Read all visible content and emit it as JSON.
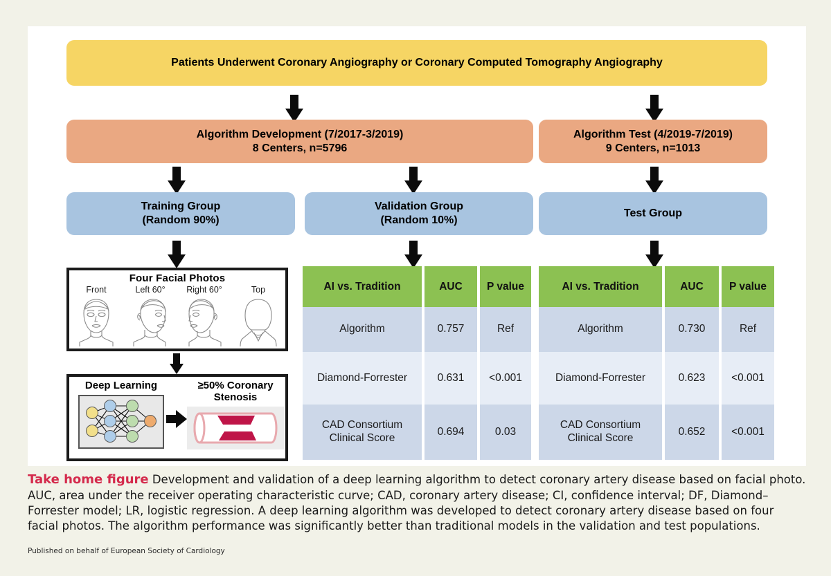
{
  "flow": {
    "top_box": {
      "label": "Patients Underwent Coronary Angiography or Coronary Computed Tomography Angiography",
      "color": "#f6d564"
    },
    "development_box": {
      "line1": "Algorithm Development (7/2017-3/2019)",
      "line2": "8 Centers, n=5796",
      "color": "#eaa882"
    },
    "test_box": {
      "line1": "Algorithm Test (4/2019-7/2019)",
      "line2": "9 Centers, n=1013",
      "color": "#eaa882"
    },
    "training_group": {
      "line1": "Training Group",
      "line2": "(Random 90%)",
      "color": "#a8c4e0"
    },
    "validation_group": {
      "line1": "Validation Group",
      "line2": "(Random 10%)",
      "color": "#a8c4e0"
    },
    "test_group": {
      "line1": "Test Group",
      "line2": "",
      "color": "#a8c4e0"
    }
  },
  "photos_panel": {
    "title": "Four Facial Photos",
    "views": [
      {
        "caption": "Front",
        "icon": "face-front-icon"
      },
      {
        "caption": "Left 60°",
        "icon": "face-left-icon"
      },
      {
        "caption": "Right 60°",
        "icon": "face-right-icon"
      },
      {
        "caption": "Top",
        "icon": "face-top-icon"
      }
    ]
  },
  "deep_learning_panel": {
    "title": "Deep Learning",
    "outcome_line1": "≥50% Coronary",
    "outcome_line2": "Stenosis",
    "nn_icon": "neural-network-icon",
    "vessel_icon": "stenosed-artery-icon",
    "nn_node_colors": [
      "#f2df8a",
      "#aecde9",
      "#bddcae",
      "#eeab6e"
    ]
  },
  "tables": {
    "header_color": "#8cc152",
    "columns": [
      "AI vs. Tradition",
      "AUC",
      "P value"
    ],
    "validation": {
      "name": "validation-results-table",
      "rows": [
        {
          "model": "Algorithm",
          "auc": "0.757",
          "p": "Ref"
        },
        {
          "model": "Diamond-Forrester",
          "auc": "0.631",
          "p": "<0.001"
        },
        {
          "model": "CAD Consortium Clinical Score",
          "model_l1": "CAD Consortium",
          "model_l2": "Clinical Score",
          "auc": "0.694",
          "p": "0.03"
        }
      ]
    },
    "test": {
      "name": "test-results-table",
      "rows": [
        {
          "model": "Algorithm",
          "auc": "0.730",
          "p": "Ref"
        },
        {
          "model": "Diamond-Forrester",
          "auc": "0.623",
          "p": "<0.001"
        },
        {
          "model": "CAD Consortium Clinical Score",
          "model_l1": "CAD Consortium",
          "model_l2": "Clinical Score",
          "auc": "0.652",
          "p": "<0.001"
        }
      ]
    }
  },
  "caption": {
    "lead": "Take home figure",
    "lead_color": "#d42a4c",
    "body": " Development and validation of a deep learning algorithm to detect coronary artery disease based on facial photo. AUC, area under the receiver operating characteristic curve; CAD, coronary artery disease; CI, confidence interval; DF, Diamond–Forrester model; LR, logistic regression. A deep learning algorithm was developed to detect coronary artery disease based on four facial photos. The algorithm performance was significantly better than traditional models in the validation and test populations."
  },
  "footer": {
    "text": "Published on behalf of European Society of Cardiology"
  },
  "chart_data": {
    "type": "table",
    "title": "AI vs. Tradition — AUC comparison",
    "panels": [
      {
        "panel": "Validation Group (Random 10%)",
        "columns": [
          "AI vs. Tradition",
          "AUC",
          "P value"
        ],
        "rows": [
          [
            "Algorithm",
            0.757,
            "Ref"
          ],
          [
            "Diamond-Forrester",
            0.631,
            "<0.001"
          ],
          [
            "CAD Consortium Clinical Score",
            0.694,
            "0.03"
          ]
        ]
      },
      {
        "panel": "Test Group",
        "columns": [
          "AI vs. Tradition",
          "AUC",
          "P value"
        ],
        "rows": [
          [
            "Algorithm",
            0.73,
            "Ref"
          ],
          [
            "Diamond-Forrester",
            0.623,
            "<0.001"
          ],
          [
            "CAD Consortium Clinical Score",
            0.652,
            "<0.001"
          ]
        ]
      }
    ],
    "cohorts": {
      "development": {
        "period": "7/2017-3/2019",
        "centers": 8,
        "n": 5796
      },
      "test": {
        "period": "4/2019-7/2019",
        "centers": 9,
        "n": 1013
      },
      "training_split_pct": 90,
      "validation_split_pct": 10
    }
  }
}
